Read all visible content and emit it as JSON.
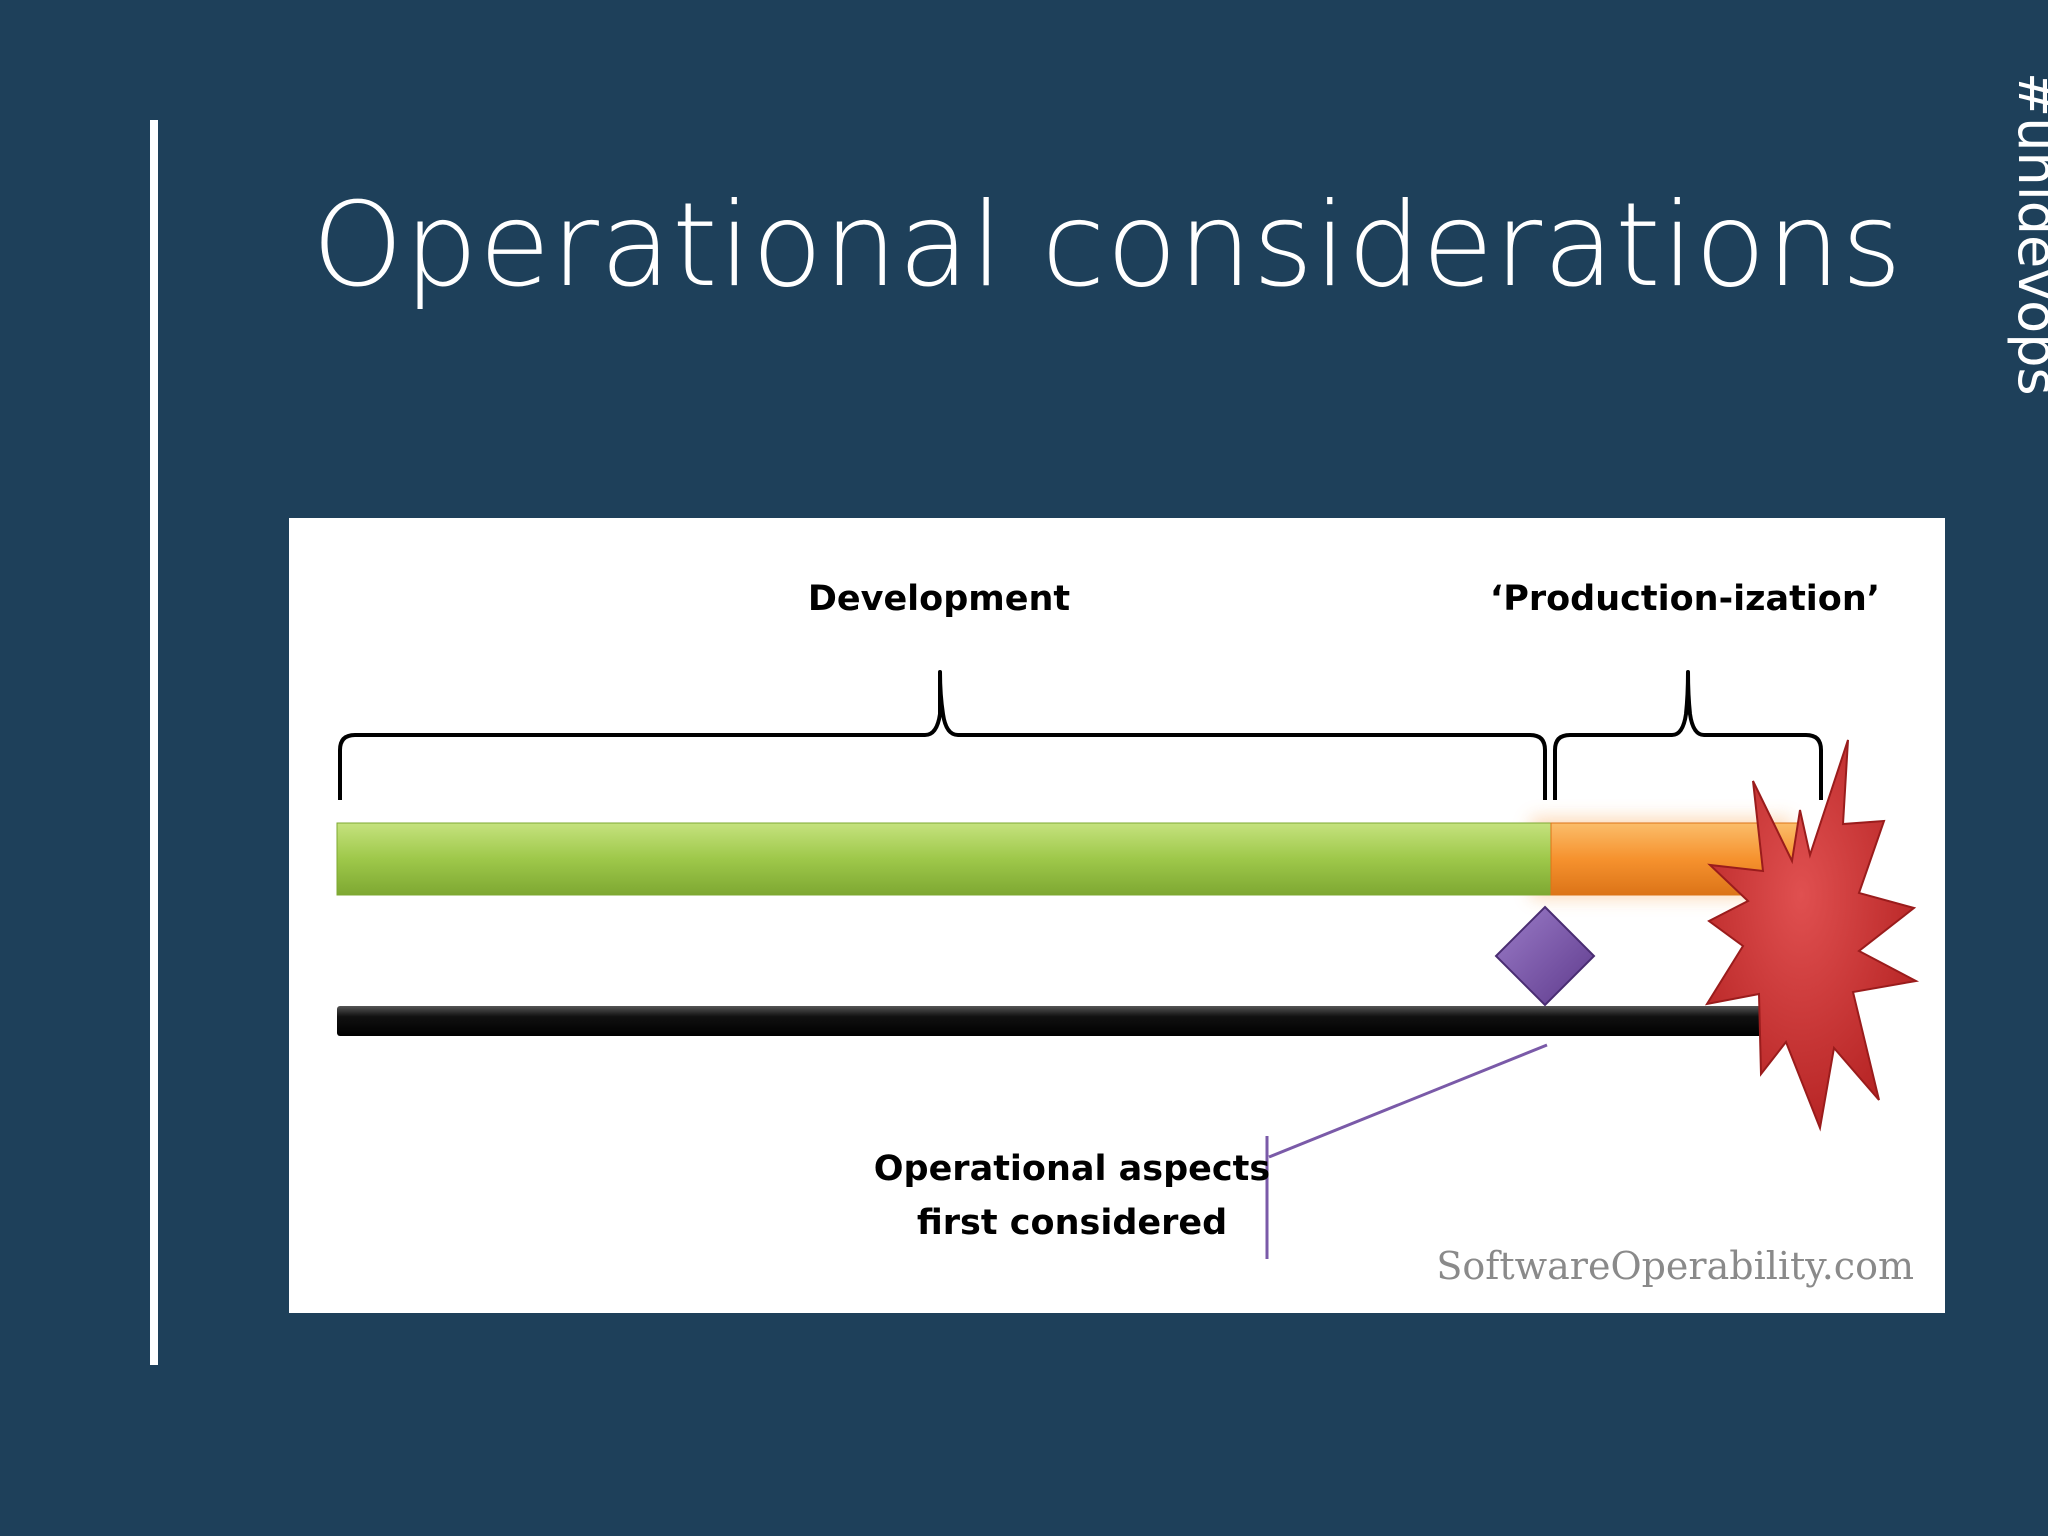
{
  "slide": {
    "title": "Operational considerations",
    "hashtag": "#unidevops"
  },
  "diagram": {
    "phases": [
      {
        "label": "Development",
        "color": "#9ec84a"
      },
      {
        "label": "‘Production-ization’",
        "color": "#f6922e"
      }
    ],
    "milestone_color": "#7a4fa6",
    "milestone_label_lines": [
      "Operational aspects",
      "first considered"
    ],
    "explosion_color": "#cf3131",
    "watermark": "SoftwareOperability.com"
  },
  "colors": {
    "background": "#1e405a",
    "text": "#ffffff",
    "panel": "#ffffff"
  }
}
